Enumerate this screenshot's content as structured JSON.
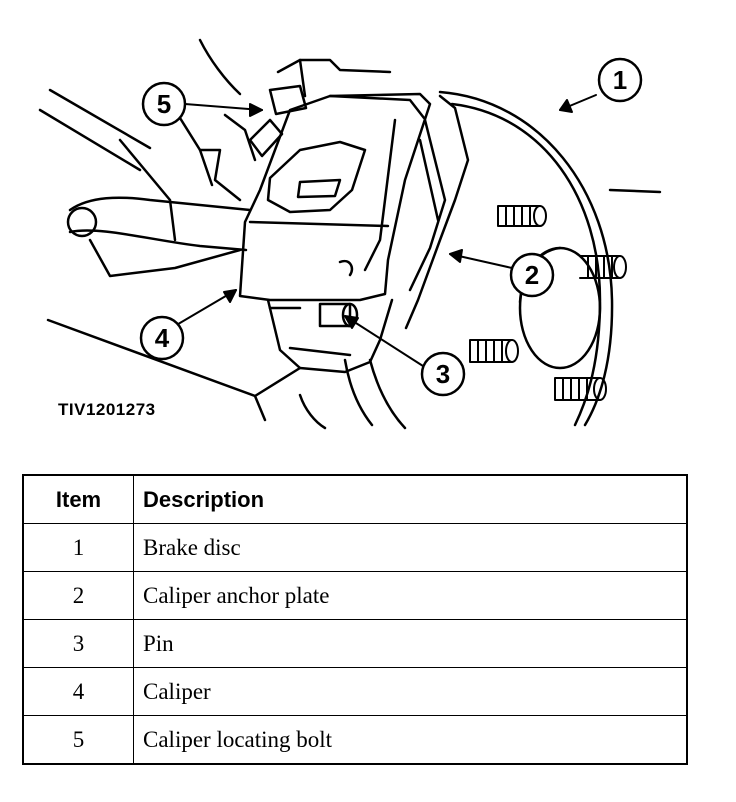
{
  "figure_id": "TIV1201273",
  "callouts": [
    "1",
    "2",
    "3",
    "4",
    "5"
  ],
  "table": {
    "headers": {
      "item": "Item",
      "description": "Description"
    },
    "rows": [
      {
        "item": "1",
        "description": "Brake disc"
      },
      {
        "item": "2",
        "description": "Caliper anchor plate"
      },
      {
        "item": "3",
        "description": "Pin"
      },
      {
        "item": "4",
        "description": "Caliper"
      },
      {
        "item": "5",
        "description": "Caliper locating bolt"
      }
    ]
  }
}
